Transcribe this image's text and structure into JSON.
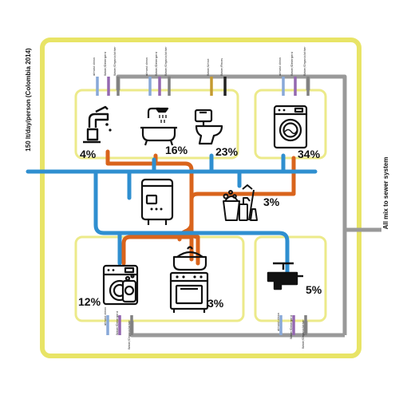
{
  "side_labels": {
    "left": "150 lt/day/person (Colombia 2014)",
    "right": "All mix to sewer system"
  },
  "pipe_labels": {
    "almost_clean": "almost clean",
    "water_detergent": "Water/Detergent",
    "water_organic_other": "Water/Organic/other",
    "water_urine": "Water/Urine",
    "water_feces": "Water/Feces"
  },
  "uses": {
    "washbasin": {
      "percent": "4%"
    },
    "shower": {
      "percent": "16%"
    },
    "toilet": {
      "percent": "23%"
    },
    "washing_machine_top": {
      "percent": "34%"
    },
    "cleaning": {
      "percent": "3%"
    },
    "dishwasher": {
      "percent": "12%"
    },
    "stove": {
      "percent": "3%"
    },
    "outdoor_tap": {
      "percent": "5%"
    }
  },
  "colors": {
    "frame": "#e8e466",
    "room": "#ecea8a",
    "clean_water": "#2f8fd0",
    "hot_water": "#d9641c",
    "grey_pipe": "#999999",
    "almost_clean": "#88a8d8",
    "detergent": "#9468b0",
    "organic": "#808080",
    "urine": "#c49a30",
    "feces": "#222222"
  }
}
